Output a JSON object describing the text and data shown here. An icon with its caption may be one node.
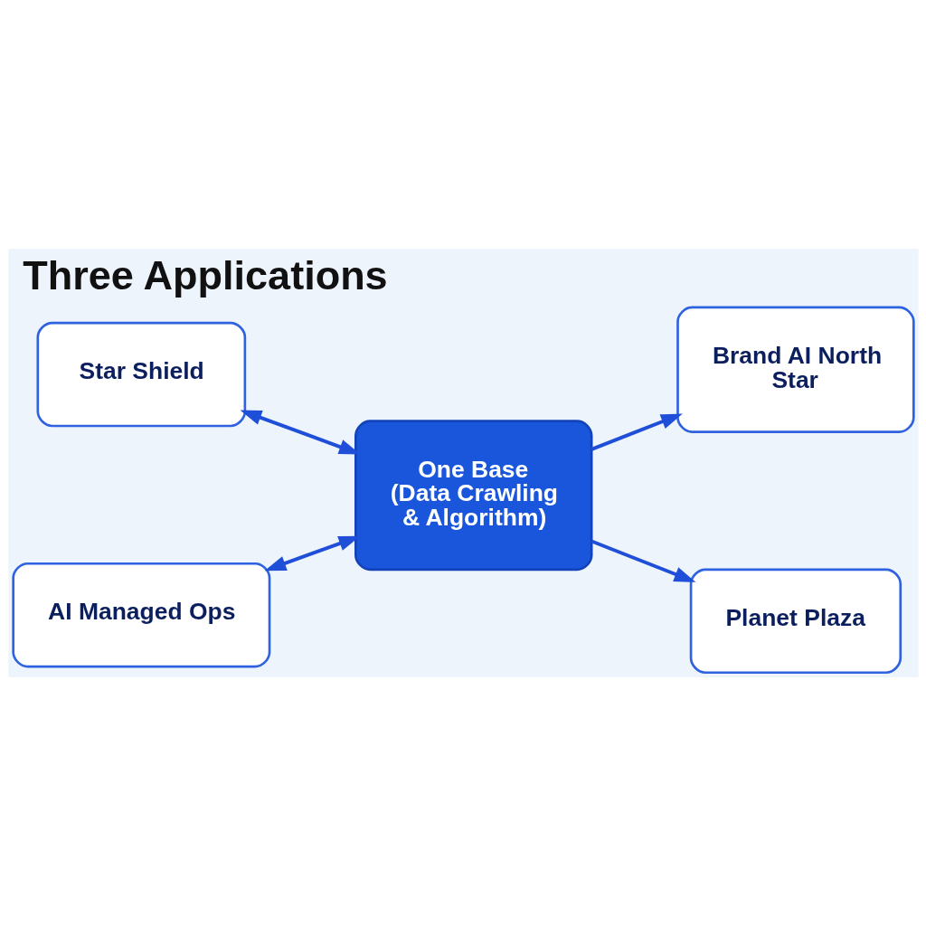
{
  "diagram": {
    "title": "Three Applications",
    "nodes": [
      {
        "text": [
          "Star Shield"
        ]
      },
      {
        "text": [
          "Brand AI North Star"
        ]
      },
      {
        "text": [
          "One Base",
          "(Data Crawling & Algorithm)"
        ]
      },
      {
        "text": [
          "AI Managed Ops"
        ]
      },
      {
        "text": [
          "Planet Plaza"
        ]
      }
    ],
    "edges": [
      {
        "from": 0,
        "to": 2,
        "arrow": "both"
      },
      {
        "from": 2,
        "to": 1,
        "arrow": "to"
      },
      {
        "from": 3,
        "to": 2,
        "arrow": "both"
      },
      {
        "from": 2,
        "to": 4,
        "arrow": "to"
      }
    ]
  }
}
